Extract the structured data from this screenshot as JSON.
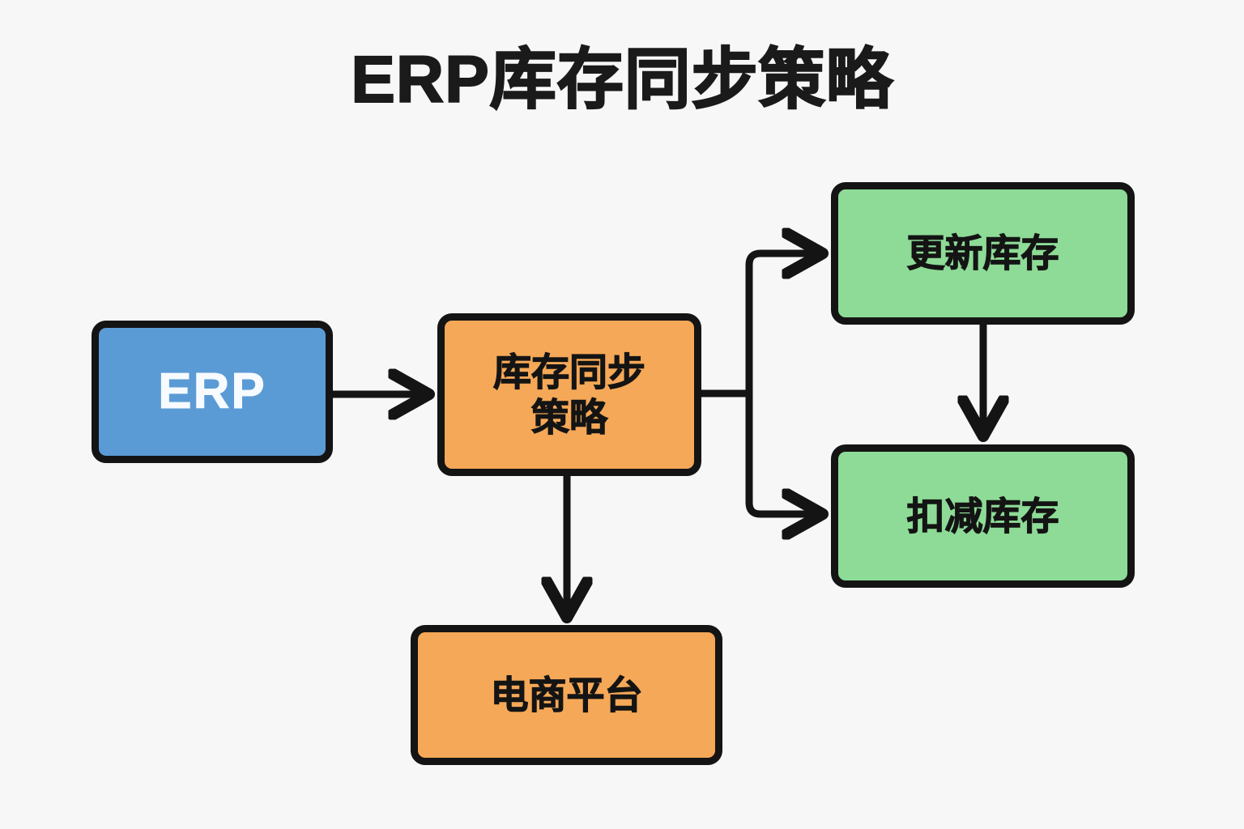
{
  "diagram": {
    "title": "ERP库存同步策略",
    "background_color": "#f7f7f7",
    "nodes": [
      {
        "id": "erp",
        "label": "ERP",
        "fill": "#5b9bd5",
        "text_color": "#f7fbff",
        "border_color": "#141414"
      },
      {
        "id": "strategy",
        "label": "库存同步\n策略",
        "fill": "#f5a857",
        "text_color": "#141414",
        "border_color": "#141414"
      },
      {
        "id": "update_stock",
        "label": "更新库存",
        "fill": "#8ddb96",
        "text_color": "#141414",
        "border_color": "#141414"
      },
      {
        "id": "deduct_stock",
        "label": "扣减库存",
        "fill": "#8ddb96",
        "text_color": "#141414",
        "border_color": "#141414"
      },
      {
        "id": "ecommerce_platform",
        "label": "电商平台",
        "fill": "#f5a857",
        "text_color": "#141414",
        "border_color": "#141414"
      }
    ],
    "edges": [
      {
        "from": "erp",
        "to": "strategy",
        "style": "straight-arrow"
      },
      {
        "from": "strategy",
        "to": "update_stock",
        "style": "elbow-arrow"
      },
      {
        "from": "strategy",
        "to": "deduct_stock",
        "style": "elbow-arrow"
      },
      {
        "from": "update_stock",
        "to": "deduct_stock",
        "style": "straight-arrow"
      },
      {
        "from": "strategy",
        "to": "ecommerce_platform",
        "style": "straight-arrow"
      }
    ]
  }
}
